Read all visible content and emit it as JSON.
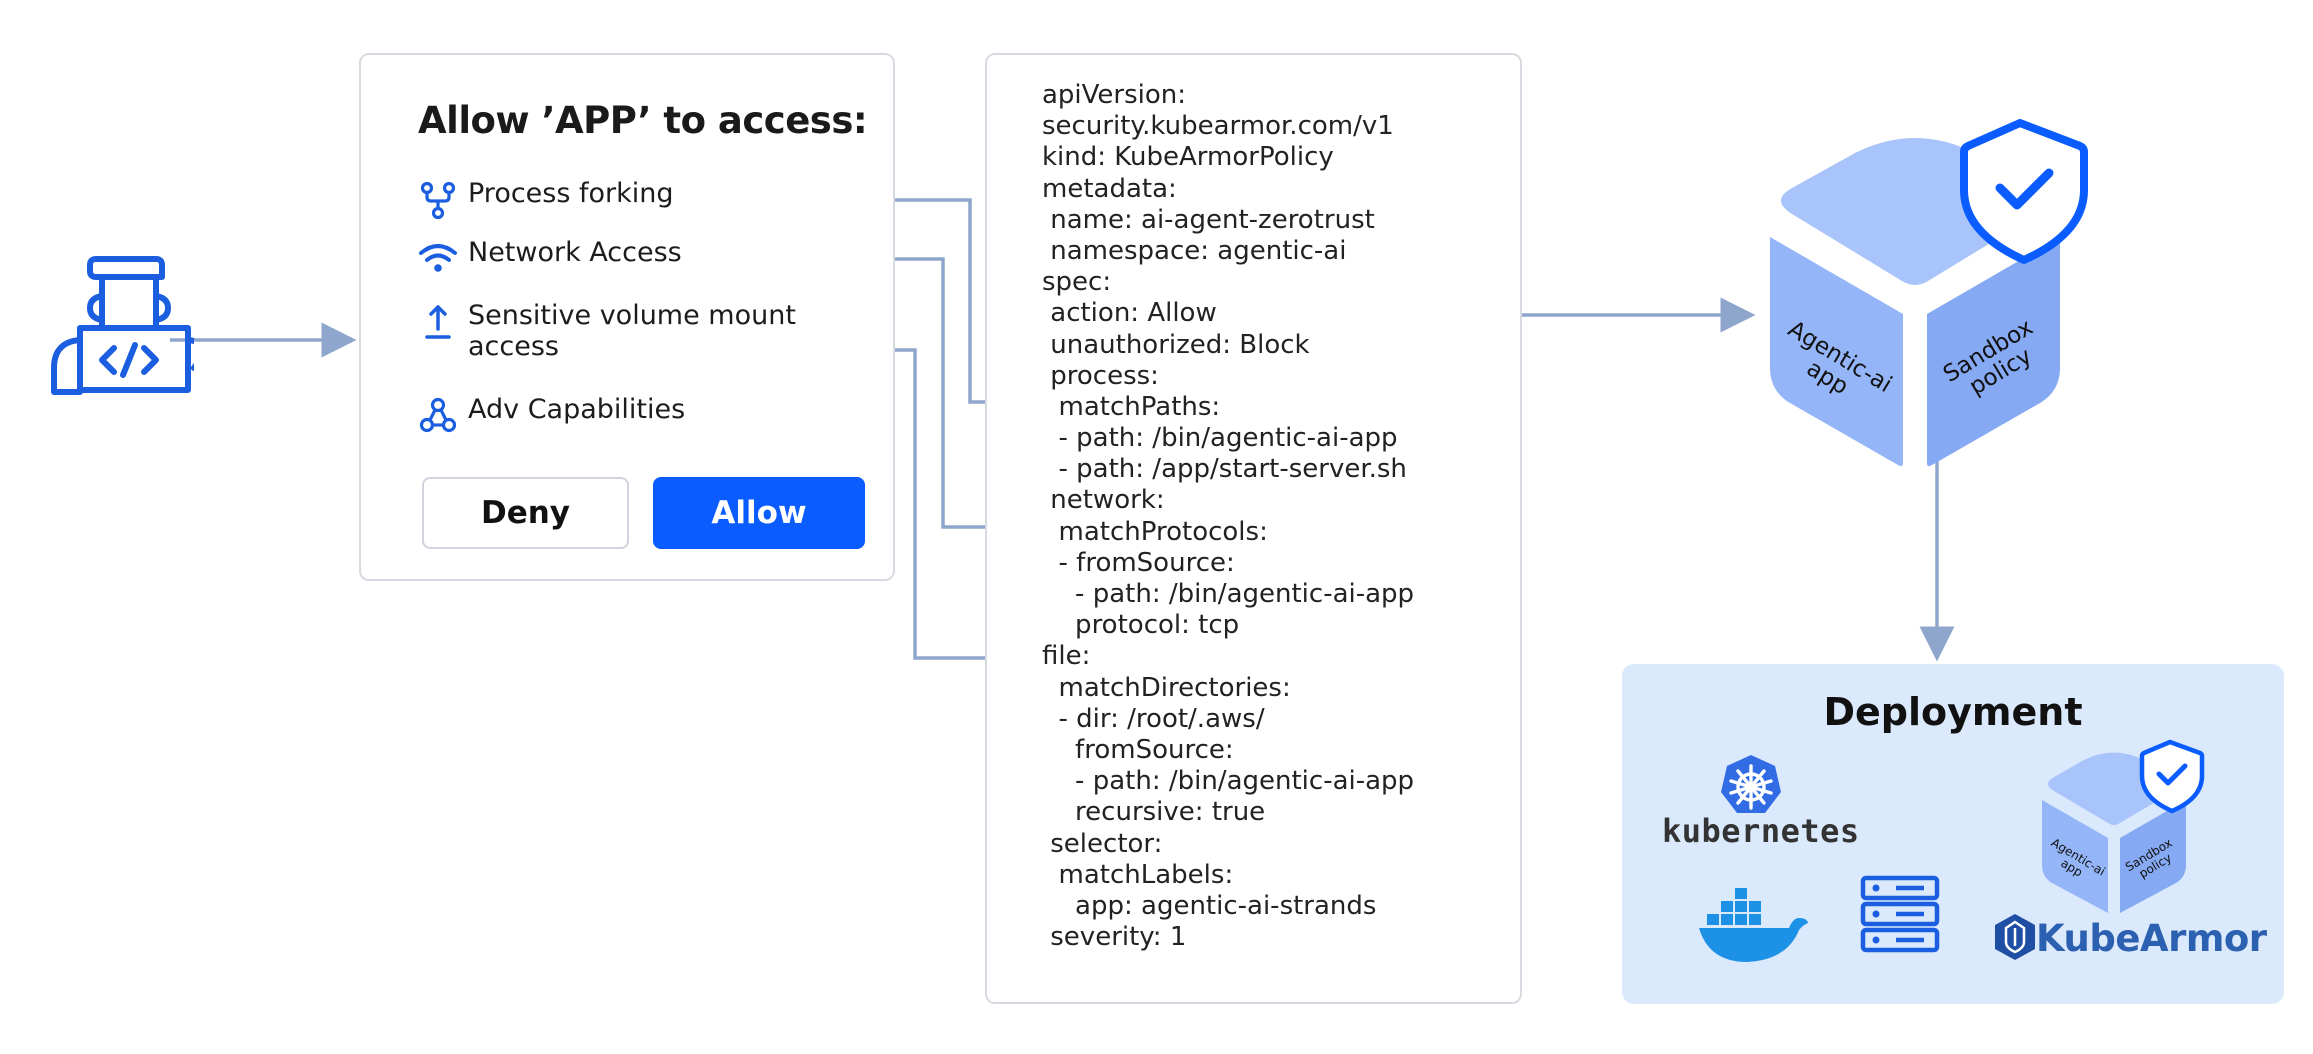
{
  "permission_dialog": {
    "title": "Allow ’APP’ to access:",
    "items": [
      {
        "label": "Process forking",
        "icon": "fork-icon"
      },
      {
        "label": "Network Access",
        "icon": "wifi-icon"
      },
      {
        "label": "Sensitive volume mount access",
        "icon": "upload-icon"
      },
      {
        "label": "Adv Capabilities",
        "icon": "capabilities-icon"
      }
    ],
    "deny_label": "Deny",
    "allow_label": "Allow"
  },
  "policy_yaml": [
    "apiVersion:",
    "security.kubearmor.com/v1",
    "kind: KubeArmorPolicy",
    "metadata:",
    " name: ai-agent-zerotrust",
    " namespace: agentic-ai",
    "spec:",
    " action: Allow",
    " unauthorized: Block",
    " process:",
    "  matchPaths:",
    "  - path: /bin/agentic-ai-app",
    "  - path: /app/start-server.sh",
    " network:",
    "  matchProtocols:",
    "  - fromSource:",
    "    - path: /bin/agentic-ai-app",
    "    protocol: tcp",
    "file:",
    "  matchDirectories:",
    "  - dir: /root/.aws/",
    "    fromSource:",
    "    - path: /bin/agentic-ai-app",
    "    recursive: true",
    " selector:",
    "  matchLabels:",
    "    app: agentic-ai-strands",
    " severity: 1"
  ],
  "sandbox_cube": {
    "left_face_label": "Agentic-ai app",
    "right_face_label": "Sandbox policy"
  },
  "deployment": {
    "title": "Deployment",
    "kubernetes_label": "kubernetes",
    "kubearmor_label": "KubeArmor",
    "cube_left_label": "Agentic-ai app",
    "cube_right_label": "Sandbox policy"
  },
  "colors": {
    "accent_blue": "#0A5CFF",
    "icon_blue": "#1B5FE0",
    "connector_gray_blue": "#8FA6CC",
    "cube_light": "#A9C4FA",
    "cube_mid": "#94B6F8",
    "cube_dark": "#86A9F3",
    "deployment_bg": "#DBE9FC",
    "kubernetes_blue": "#326CE5",
    "docker_blue": "#1D91E6"
  }
}
